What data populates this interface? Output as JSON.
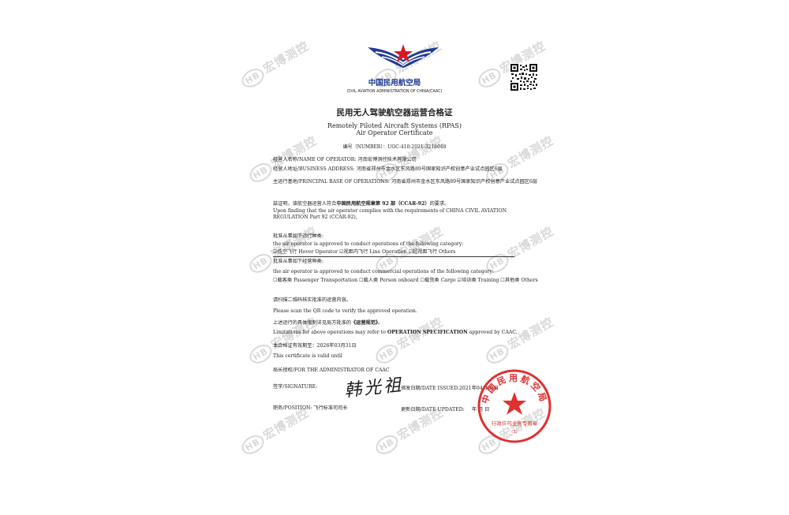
{
  "header": {
    "agency_cn": "中国民用航空局",
    "agency_en": "CIVIL AVIATION ADMINISTRATION OF CHINA(CAAC)"
  },
  "title": {
    "cn": "民用无人驾驶航空器运营合格证",
    "en_line1": "Remotely Piloted Aircraft Systems (RPAS)",
    "en_line2": "Air Operator Certificate"
  },
  "cert_number": "编号（NUMBER）：UOC-410-2021-3218048",
  "operator": {
    "name": "经营人名称/NAME OF OPERATOR: 河南宏博测控技术有限公司",
    "address": "经营人地址/BUSINESS ADDRESS: 河南省郑州市金水区东风路89号国家知识产权创意产业试点园区6层",
    "base": "主运行基地/PRINCIPAL BASE OF OPERATIONS: 河南省郑州市金水区东风路89号国家知识产权创意产业试点园区6层"
  },
  "compliance": {
    "cn_prefix": "兹证明，该航空器运营人符合",
    "cn_bold": "中国民用航空规章第 92 部（CCAR-92）",
    "cn_suffix": "的要求。",
    "en": "Upon finding that the air operator complies with the requirements of CHINA CIVIL AVIATION REGULATION Part 92 (CCAR-92),"
  },
  "approval_ops": {
    "cn": "批准从事如下运行种类:",
    "en": "the air operator is approved to conduct operations of the following category:",
    "items": "☑低空飞行 Hover Operator ☑视距内飞行 Line Operation ☑超视距飞行 Others"
  },
  "approval_commercial": {
    "cn": "批准从事如下经营种类:",
    "en": "the air operator is approved to conduct commercial operations of the following category:",
    "items": "☐载客类 Passenger Transportation ☐载人类 Person onboard ☐载货类 Cargo ☑培训类 Training ☐其他类 Others"
  },
  "qr_note": {
    "cn": "请扫描二维码核实批准的运营内容。",
    "en": "Please scan the QR code to verify the approved operation."
  },
  "limitations": {
    "cn_prefix": "上述运行的具体限制详见局方批准的",
    "cn_bold": "《运营规范》",
    "cn_suffix": "。",
    "en_prefix": "Limitations for above operations may refer to ",
    "en_bold": "OPERATION SPECIFICATION",
    "en_suffix": " approved by CAAC."
  },
  "validity": {
    "cn": "本合格证有效期至：2026年03月31日",
    "en": "This certificate is valid until"
  },
  "signature_block": {
    "on_behalf": "局长授权/FOR THE ADMINISTRATOR OF CAAC",
    "signature_label": "签字/SIGNATURE:",
    "signature_text": "韩 光 祖",
    "date_issued_label": "颁发日期/DATE ISSUED:",
    "date_issued_value": "2021年04月01日",
    "position_label": "职务/POSITION: 飞行标准司司长",
    "date_updated_label": "更新日期/DATE UPDATED:",
    "date_updated_value": "年 月 日"
  },
  "seal": {
    "text_top": "中国民用航空局",
    "text_bottom": "行政许可业务专用章",
    "number": "(1)"
  },
  "watermark": "宏博测控",
  "colors": {
    "emblem_blue": "#1f3a93",
    "emblem_red": "#d71920",
    "seal_red": "#e03030",
    "watermark_gray": "#d9d9d9"
  }
}
